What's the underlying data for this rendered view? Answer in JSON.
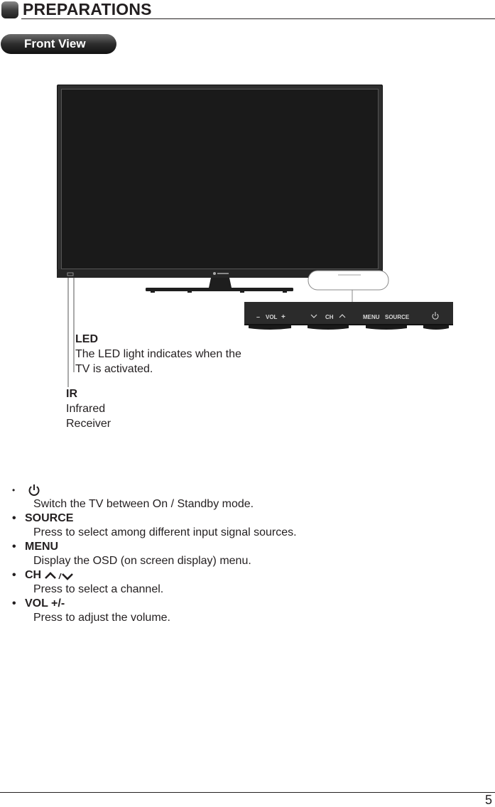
{
  "header": {
    "title": "PREPARATIONS"
  },
  "section": {
    "label": "Front View"
  },
  "diagram": {
    "led": {
      "title": "LED",
      "desc_line1": "The LED light indicates when the",
      "desc_line2": "TV is activated."
    },
    "ir": {
      "title": "IR",
      "desc_line1": "Infrared",
      "desc_line2": "Receiver"
    },
    "panel": {
      "minus": "–",
      "vol": "VOL",
      "plus": "+",
      "ch": "CH",
      "menu": "MENU",
      "source": "SOURCE"
    }
  },
  "controls": [
    {
      "term": "",
      "icon": "power-icon",
      "desc": "Switch the TV between On / Standby mode."
    },
    {
      "term": "SOURCE",
      "desc": "Press to select among different input signal sources."
    },
    {
      "term": "MENU",
      "desc": "Display the OSD (on screen display) menu."
    },
    {
      "term": "CH",
      "icon": "channel-up-down-icon",
      "desc": "Press to select a channel."
    },
    {
      "term": "VOL +/-",
      "desc": "Press to adjust the volume."
    }
  ],
  "bullet": "•",
  "page_number": "5"
}
